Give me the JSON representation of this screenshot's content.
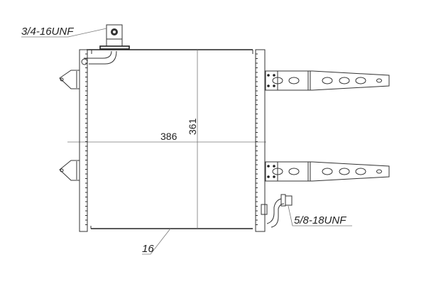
{
  "drawing": {
    "inlet_thread": "3/4-16UNF",
    "outlet_thread": "5/8-18UNF",
    "width_dimension": "386",
    "height_dimension": "361",
    "core_thickness": "16"
  }
}
